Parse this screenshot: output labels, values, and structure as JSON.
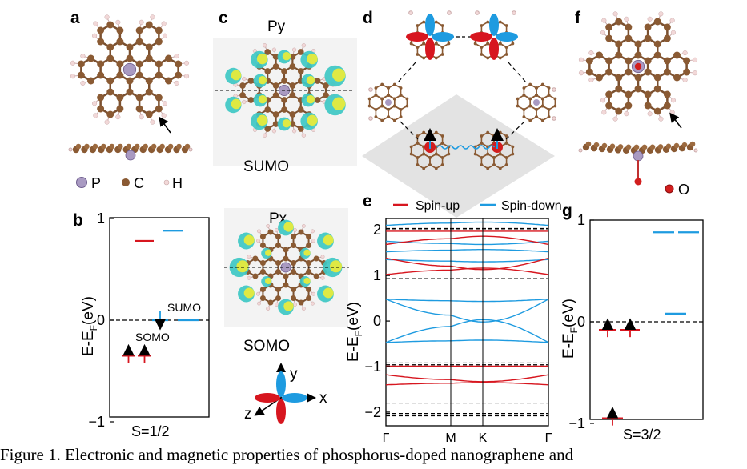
{
  "panels": {
    "a": "a",
    "b": "b",
    "c": "c",
    "d": "d",
    "e": "e",
    "f": "f",
    "g": "g"
  },
  "legend_a": {
    "p": "P",
    "c": "C",
    "h": "H"
  },
  "legend_f": {
    "o": "O"
  },
  "colors": {
    "carbon": "#8a5a33",
    "hydrogen": "#f2d8d8",
    "phosphorus": "#a99ac2",
    "oxygen": "#d21e1e",
    "spin_up": "#d7161f",
    "spin_down": "#1e9be0",
    "iso_yellow": "#e7ea3c",
    "iso_cyan": "#3ec8c4"
  },
  "orbitals": {
    "py_label": "Py",
    "sumo_label": "SUMO",
    "px_label": "Px",
    "somo_label": "SOMO",
    "axis_y": "y",
    "axis_x": "x",
    "axis_z": "z"
  },
  "panel_b": {
    "ylabel": "E-E",
    "ylabel_sub": "F",
    "ylabel_unit": "(eV)",
    "ticks": [
      "1",
      "0",
      "−1"
    ],
    "level_label_sumo": "SUMO",
    "level_label_somo": "SOMO",
    "xlabel": "S=1/2"
  },
  "panel_e": {
    "legend_up": "Spin-up",
    "legend_down": "Spin-down",
    "ylabel": "E-E",
    "ylabel_sub": "F",
    "ylabel_unit": "(eV)",
    "ticks": [
      "2",
      "1",
      "0",
      "−1",
      "−2"
    ],
    "kpoints": [
      "Γ",
      "M",
      "K",
      "Γ"
    ]
  },
  "panel_g": {
    "ylabel": "E-E",
    "ylabel_sub": "F",
    "ylabel_unit": "(eV)",
    "ticks": [
      "1",
      "0",
      "−1"
    ],
    "xlabel": "S=3/2"
  },
  "caption": "Figure 1. Electronic and magnetic properties of  phosphorus-doped nanographene and",
  "chart_data": [
    {
      "type": "energy-level diagram",
      "panel": "b",
      "ylim": [
        -1,
        1
      ],
      "ylabel": "E-E_F(eV)",
      "xlabel": "S=1/2",
      "levels": [
        {
          "spin": "up",
          "energy": 0.78,
          "occupied": false
        },
        {
          "spin": "down",
          "energy": 0.88,
          "occupied": false
        },
        {
          "spin": "down",
          "energy": 0.0,
          "occupied": true,
          "label": "SOMO"
        },
        {
          "spin": "down",
          "energy": 0.0,
          "occupied": false,
          "label": "SUMO"
        },
        {
          "spin": "up",
          "energy": -0.35,
          "occupied": true
        },
        {
          "spin": "up",
          "energy": -0.35,
          "occupied": true
        }
      ]
    },
    {
      "type": "line",
      "panel": "e",
      "ylim": [
        -2.3,
        2.25
      ],
      "ylabel": "E-E_F(eV)",
      "kpoints": [
        "Γ",
        "M",
        "K",
        "Γ"
      ],
      "legend": [
        "Spin-up",
        "Spin-down"
      ],
      "flat_bands_dashed": [
        2.03,
        2.0,
        0.93,
        -0.92,
        -0.96,
        -1.8,
        -2.03,
        -2.08
      ],
      "spin_up_bands": [
        {
          "start": 1.97,
          "end": 1.97,
          "dip": 0.0
        },
        {
          "start": 1.68,
          "end": 1.68,
          "dip": 0.18
        },
        {
          "start": 1.38,
          "end": 1.38,
          "dip": -0.25
        },
        {
          "start": 1.02,
          "end": 1.02,
          "dip": 0.14
        },
        {
          "start": -0.99,
          "end": -0.99,
          "dip": 0.0
        },
        {
          "start": -1.18,
          "end": -1.18,
          "dip": -0.15
        },
        {
          "start": -1.4,
          "end": -1.4,
          "dip": 0.05
        }
      ],
      "spin_down_bands": [
        {
          "start": 2.1,
          "end": 2.1,
          "dip": 0.07
        },
        {
          "start": 1.75,
          "end": 1.75,
          "dip": -0.07
        },
        {
          "start": 1.52,
          "end": 1.52,
          "dip": 0.05
        },
        {
          "start": 1.35,
          "end": 1.35,
          "dip": -0.05
        },
        {
          "start": 0.48,
          "end": 0.48,
          "dip": -0.05
        },
        {
          "start": -0.47,
          "end": -0.47,
          "dip": 0.05
        }
      ]
    },
    {
      "type": "energy-level diagram",
      "panel": "g",
      "ylim": [
        -1,
        1
      ],
      "ylabel": "E-E_F(eV)",
      "xlabel": "S=3/2",
      "levels": [
        {
          "spin": "down",
          "energy": 0.88,
          "occupied": false
        },
        {
          "spin": "down",
          "energy": 0.88,
          "occupied": false
        },
        {
          "spin": "down",
          "energy": 0.08,
          "occupied": false
        },
        {
          "spin": "up",
          "energy": -0.08,
          "occupied": true
        },
        {
          "spin": "up",
          "energy": -0.08,
          "occupied": true
        },
        {
          "spin": "up",
          "energy": -0.95,
          "occupied": true
        }
      ]
    }
  ]
}
